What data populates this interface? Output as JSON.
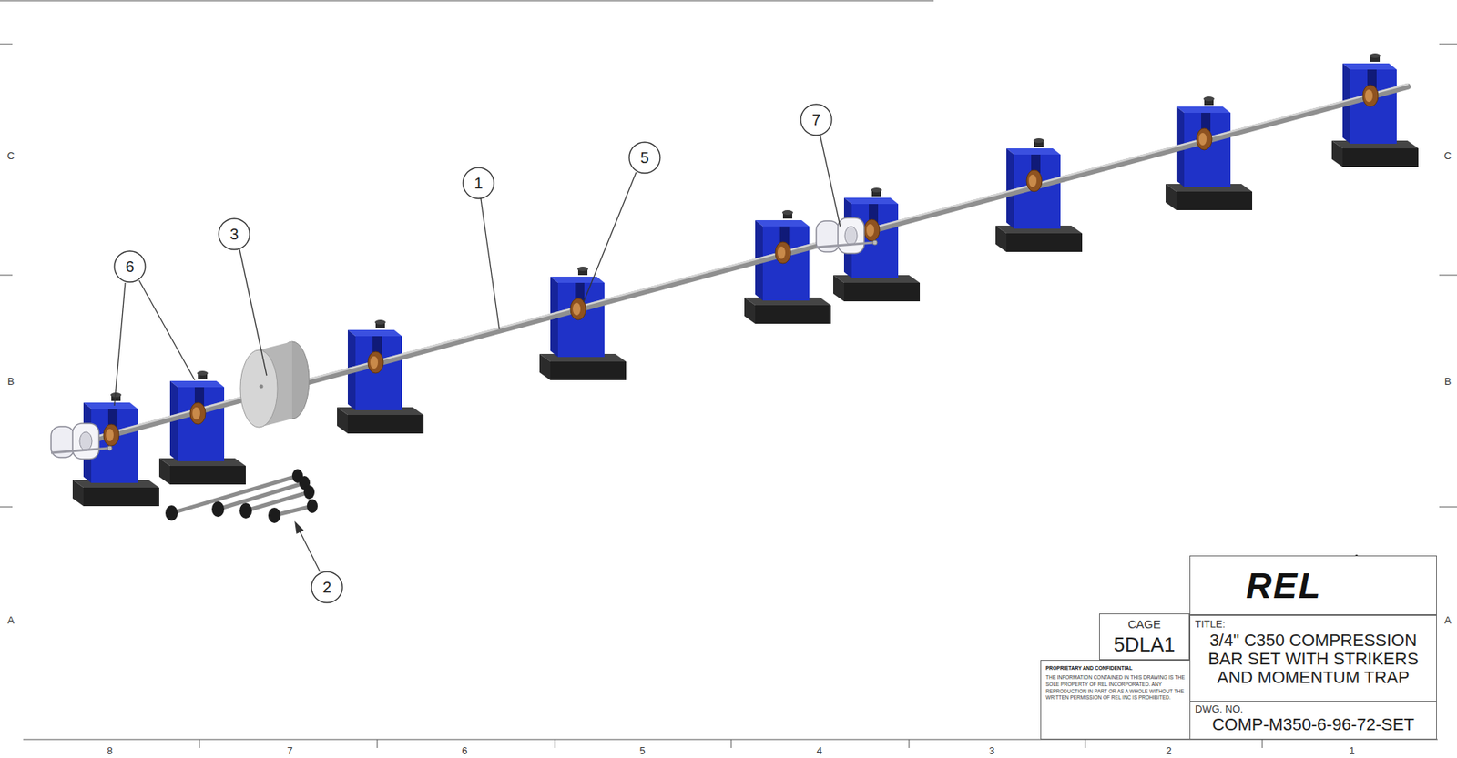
{
  "diagram": {
    "nodes": [
      {
        "text": [
          "REL"
        ]
      },
      {
        "text": [
          "CAGE",
          "5DLA1"
        ]
      },
      {
        "text": [
          "TITLE:",
          "3/4\" C350 COMPRESSION BAR SET WITH STRIKERS AND MOMENTUM TRAP"
        ]
      },
      {
        "text": [
          "PROPRIETARY AND CONFIDENTIAL",
          "THE INFORMATION CONTAINED IN THIS DRAWING IS THE SOLE PROPERTY OF REL INCORPORATED. ANY REPRODUCTION IN PART OR AS A WHOLE WITHOUT THE WRITTEN PERMISSION OF REL INC IS PROHIBITED."
        ]
      },
      {
        "text": [
          "DWG. NO.",
          "COMP-M350-6-96-72-SET"
        ]
      }
    ],
    "labels": [
      "C",
      "B",
      "A",
      "C",
      "B",
      "A",
      "8",
      "7",
      "6",
      "5",
      "4",
      "3",
      "2",
      "1",
      "6",
      "3",
      "1",
      "5",
      "7",
      "2"
    ]
  }
}
